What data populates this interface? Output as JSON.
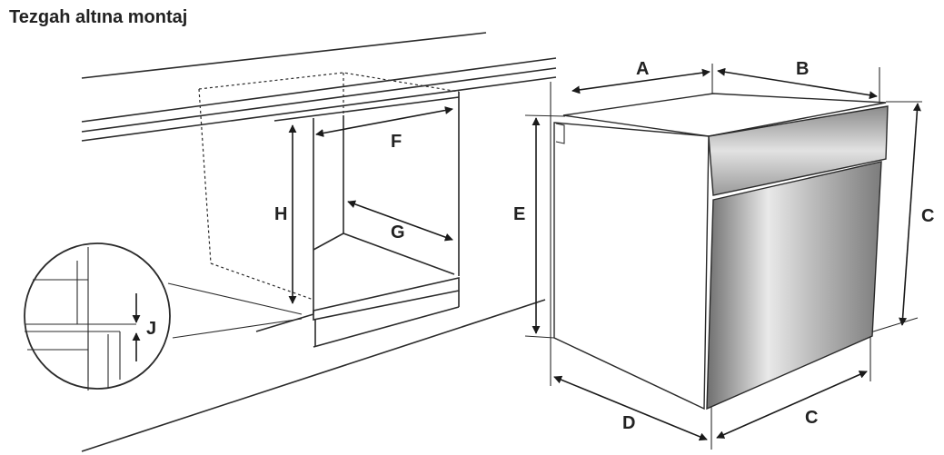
{
  "title": "Tezgah altına montaj",
  "labels": {
    "a": "A",
    "b": "B",
    "c_height": "C",
    "c_width": "C",
    "d": "D",
    "e": "E",
    "f": "F",
    "g": "G",
    "h": "H",
    "j": "J"
  }
}
